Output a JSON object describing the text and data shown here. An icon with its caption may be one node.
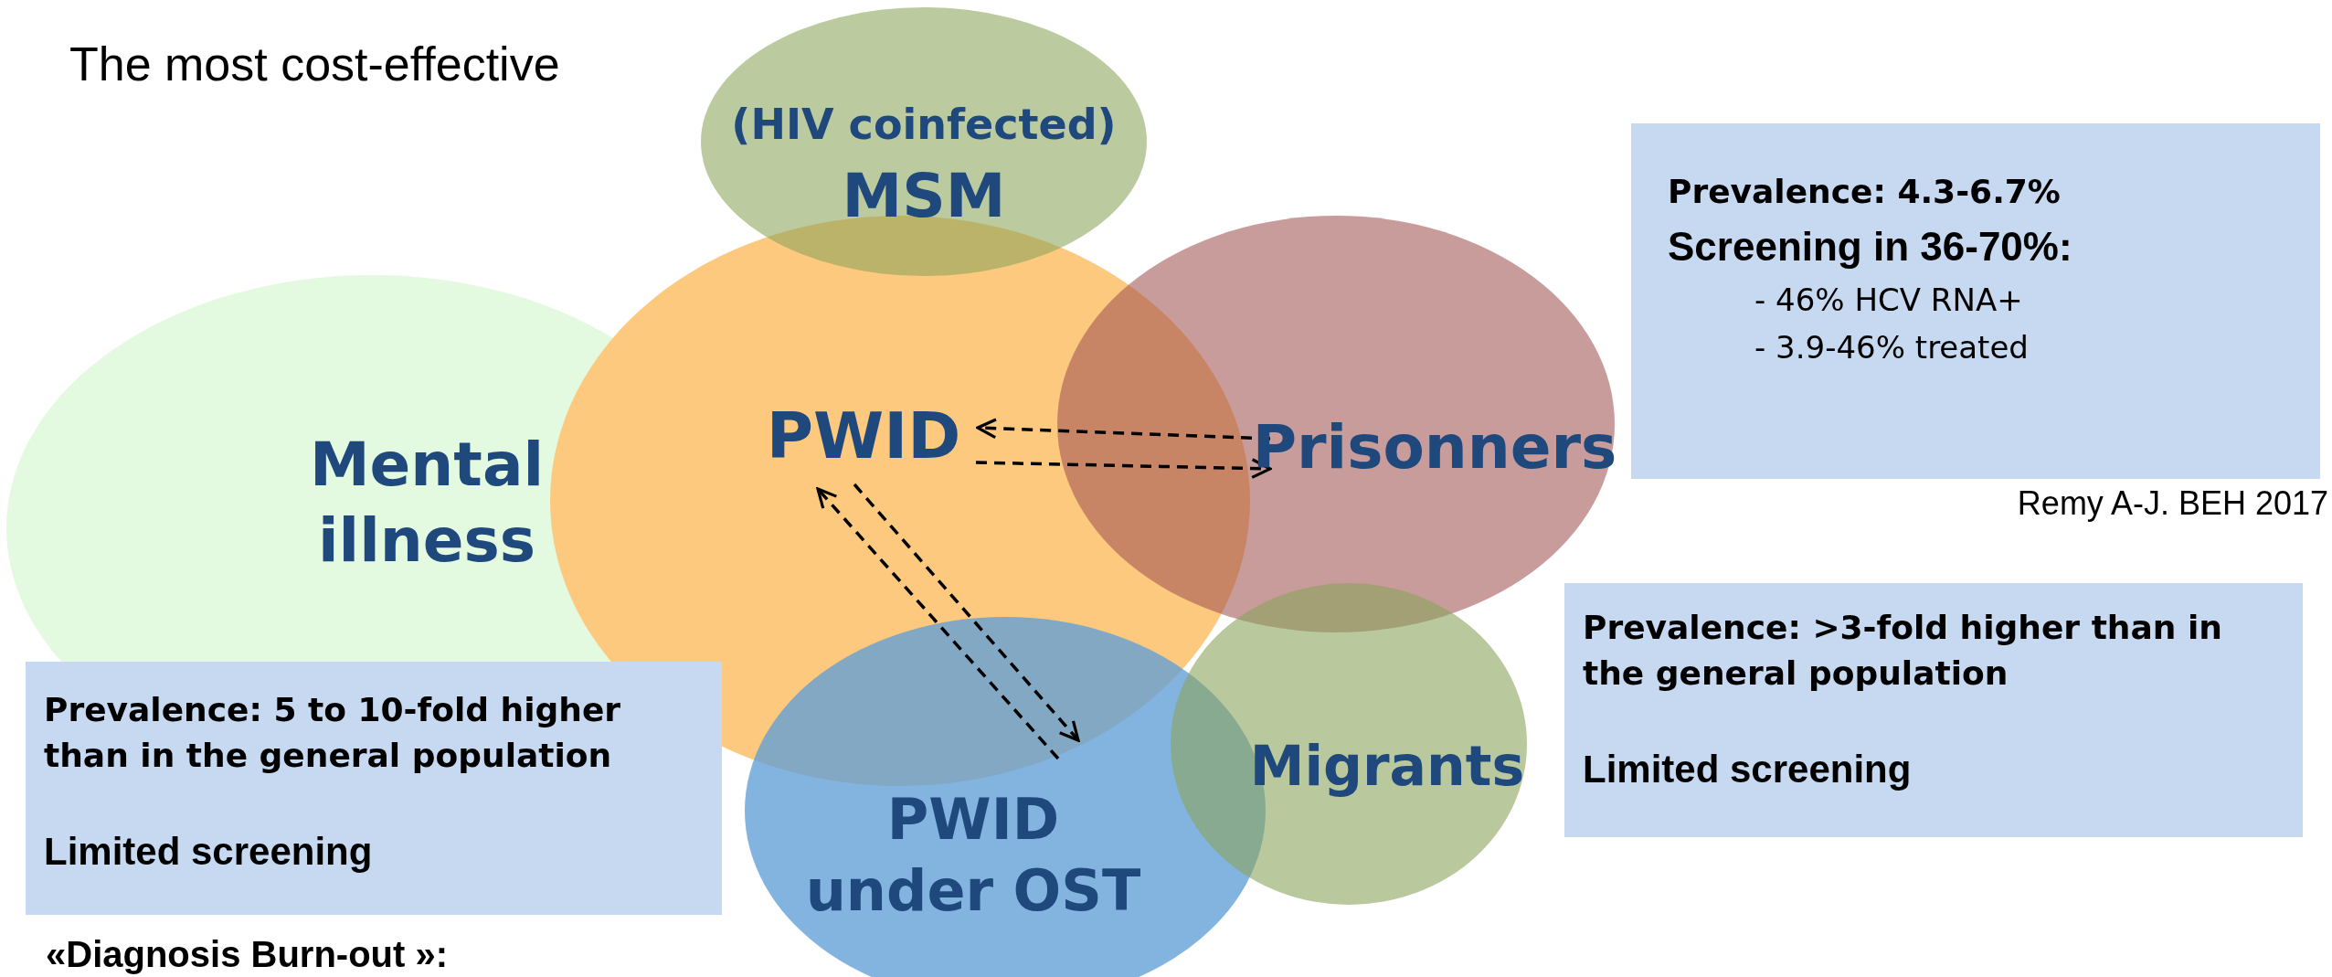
{
  "diagram": {
    "title": "The most cost-effective",
    "nodes": [
      {
        "text": [
          "(HIV coinfected)",
          "MSM"
        ]
      },
      {
        "text": [
          "PWID"
        ]
      },
      {
        "text": [
          "Mental illness"
        ]
      },
      {
        "text": [
          "Prisonners"
        ]
      },
      {
        "text": [
          "Migrants"
        ]
      },
      {
        "text": [
          "PWID under OST"
        ]
      },
      {
        "text": [
          "Prevalence: 4.3-6.7%",
          "Screening in 36-70%:",
          "- 46% HCV RNA+",
          "- 3.9-46% treated"
        ]
      },
      {
        "text": [
          "Prevalence: 5 to 10-fold higher than in the general population",
          "Limited screening"
        ]
      },
      {
        "text": [
          "Prevalence: >3-fold higher than in the general population",
          "Limited screening"
        ]
      }
    ],
    "edges": [
      {
        "from": 3,
        "to": 1,
        "arrow": "to",
        "style": "dashed"
      },
      {
        "from": 1,
        "to": 3,
        "arrow": "to",
        "style": "dashed"
      },
      {
        "from": 5,
        "to": 1,
        "arrow": "to",
        "style": "dashed"
      },
      {
        "from": 1,
        "to": 5,
        "arrow": "to",
        "style": "dashed"
      }
    ],
    "labels": [
      "Remy A-J. BEH 2017",
      "«Diagnosis Burn-out »:"
    ]
  }
}
